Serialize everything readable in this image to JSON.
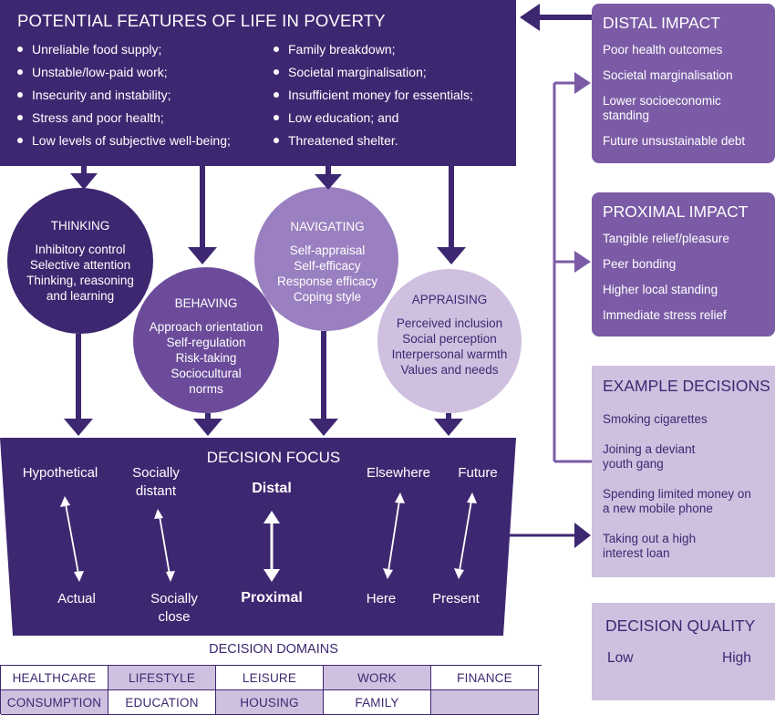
{
  "poverty": {
    "title": "POTENTIAL FEATURES OF LIFE IN POVERTY",
    "col1": [
      "Unreliable food supply;",
      "Unstable/low-paid work;",
      "Insecurity and instability;",
      "Stress and poor health;",
      "Low levels of subjective well-being;"
    ],
    "col2": [
      "Family breakdown;",
      "Societal marginalisation;",
      "Insufficient money for essentials;",
      "Low education; and",
      "Threatened shelter."
    ]
  },
  "distal": {
    "title": "DISTAL IMPACT",
    "items": [
      "Poor health outcomes",
      "Societal marginalisation",
      "Lower socioeconomic standing",
      "Future unsustainable debt"
    ]
  },
  "proximal": {
    "title": "PROXIMAL IMPACT",
    "items": [
      "Tangible relief/pleasure",
      "Peer bonding",
      "Higher local standing",
      "Immediate stress relief"
    ]
  },
  "examples": {
    "title": "EXAMPLE DECISIONS",
    "items": [
      "Smoking cigarettes",
      "Joining a deviant youth gang",
      "Spending limited money on a new mobile phone",
      "Taking out a high interest loan"
    ]
  },
  "quality": {
    "title": "DECISION QUALITY",
    "low": "Low",
    "high": "High"
  },
  "circles": {
    "thinking": {
      "title": "THINKING",
      "items": [
        "Inhibitory control",
        "Selective attention",
        "Thinking, reasoning",
        "and learning"
      ]
    },
    "behaving": {
      "title": "BEHAVING",
      "items": [
        "Approach orientation",
        "Self-regulation",
        "Risk-taking",
        "Sociocultural",
        "norms"
      ]
    },
    "navigating": {
      "title": "NAVIGATING",
      "items": [
        "Self-appraisal",
        "Self-efficacy",
        "Response efficacy",
        "Coping style"
      ]
    },
    "appraising": {
      "title": "APPRAISING",
      "items": [
        "Perceived inclusion",
        "Social perception",
        "Interpersonal warmth",
        "Values and needs"
      ]
    }
  },
  "focus": {
    "title": "DECISION FOCUS",
    "hypothetical": "Hypothetical",
    "actual": "Actual",
    "socially_distant": "Socially\ndistant",
    "socially_close": "Socially\nclose",
    "distal": "Distal",
    "proximal": "Proximal",
    "elsewhere": "Elsewhere",
    "here": "Here",
    "future": "Future",
    "present": "Present"
  },
  "domains": {
    "title": "DECISION DOMAINS",
    "cells": [
      "HEALTHCARE",
      "LIFESTYLE",
      "LEISURE",
      "WORK",
      "FINANCE",
      "CONSUMPTION",
      "EDUCATION",
      "HOUSING",
      "FAMILY",
      ""
    ]
  },
  "colors": {
    "dark": "#3e2771",
    "mid": "#7b5ba6",
    "mid2": "#6b4b9a",
    "light": "#9a80c0",
    "pale": "#cfc0e0"
  }
}
